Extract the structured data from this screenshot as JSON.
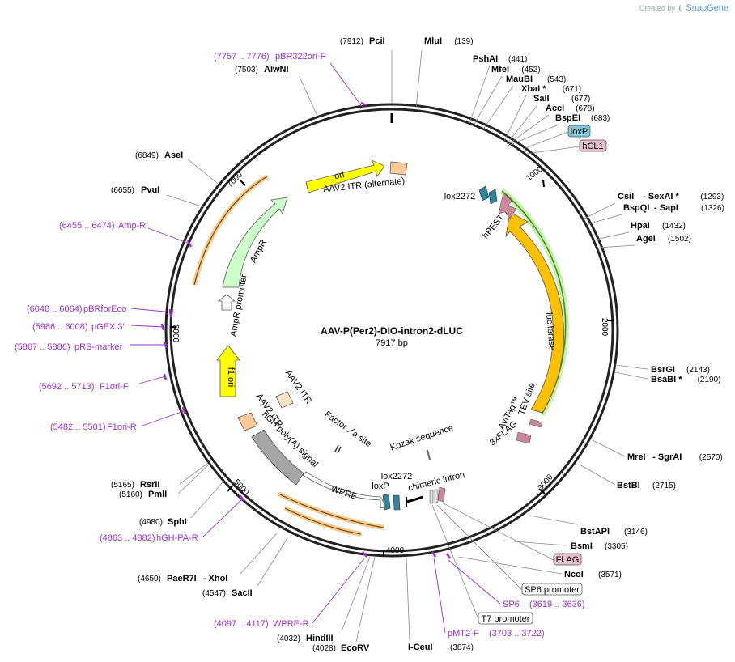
{
  "watermark": {
    "prefix": "Created by",
    "brand": "SnapGene"
  },
  "plasmid": {
    "name": "AAV-P(Per2)-DIO-intron2-dLUC",
    "size_label": "7917 bp",
    "length": 7917
  },
  "tick_marks": [
    "1000",
    "2000",
    "3000",
    "4000",
    "5000",
    "6000",
    "7000"
  ],
  "enzymes": [
    {
      "name": "PciI",
      "pos": "(7912)"
    },
    {
      "name": "MluI",
      "pos": "(139)"
    },
    {
      "name": "PshAI",
      "pos": "(441)"
    },
    {
      "name": "MfeI",
      "pos": "(452)"
    },
    {
      "name": "MauBI",
      "pos": "(543)"
    },
    {
      "name": "XbaI *",
      "pos": "(671)"
    },
    {
      "name": "SalI",
      "pos": "(677)"
    },
    {
      "name": "AccI",
      "pos": "(678)"
    },
    {
      "name": "BspEI",
      "pos": "(683)"
    },
    {
      "name": "CsiI",
      "name2": "- SexAI *",
      "pos": "(1293)"
    },
    {
      "name": "BspQI",
      "name2": "- SapI",
      "pos": "(1326)"
    },
    {
      "name": "HpaI",
      "pos": "(1432)"
    },
    {
      "name": "AgeI",
      "pos": "(1502)"
    },
    {
      "name": "BsrGI",
      "pos": "(2143)"
    },
    {
      "name": "BsaBI *",
      "pos": "(2190)"
    },
    {
      "name": "MreI",
      "name2": "- SgrAI",
      "pos": "(2570)"
    },
    {
      "name": "BstBI",
      "pos": "(2715)"
    },
    {
      "name": "BstAPI",
      "pos": "(3146)"
    },
    {
      "name": "BsmI",
      "pos": "(3305)"
    },
    {
      "name": "NcoI",
      "pos": "(3571)"
    },
    {
      "name": "I-CeuI",
      "pos": "(3874)"
    },
    {
      "name": "EcoRV",
      "pos": "(4028)"
    },
    {
      "name": "HindIII",
      "pos": "(4032)"
    },
    {
      "name": "SacII",
      "pos": "(4547)"
    },
    {
      "name": "PaeR7I",
      "name2": "- XhoI",
      "pos": "(4650)"
    },
    {
      "name": "SphI",
      "pos": "(4980)"
    },
    {
      "name": "PmlI",
      "pos": "(5160)"
    },
    {
      "name": "RsrII",
      "pos": "(5165)"
    },
    {
      "name": "PvuI",
      "pos": "(6655)"
    },
    {
      "name": "AseI",
      "pos": "(6849)"
    },
    {
      "name": "AlwNI",
      "pos": "(7503)"
    }
  ],
  "primers": [
    {
      "name": "pBR322ori-F",
      "pos": "(7757 .. 7776)"
    },
    {
      "name": "Amp-R",
      "pos": "(6455 .. 6474)"
    },
    {
      "name": "pBRforEco",
      "pos": "(6046 .. 6064)"
    },
    {
      "name": "pGEX 3'",
      "pos": "(5986 .. 6008)"
    },
    {
      "name": "pRS-marker",
      "pos": "(5867 .. 5886)"
    },
    {
      "name": "F1ori-F",
      "pos": "(5692 .. 5713)"
    },
    {
      "name": "F1ori-R",
      "pos": "(5482 .. 5501)"
    },
    {
      "name": "hGH-PA-R",
      "pos": "(4863 .. 4882)"
    },
    {
      "name": "WPRE-R",
      "pos": "(4097 .. 4117)"
    },
    {
      "name": "SP6",
      "pos": "(3619 .. 3636)"
    },
    {
      "name": "pMT2-F",
      "pos": "(3703 .. 3722)"
    }
  ],
  "boxed_labels": [
    {
      "text": "loxP",
      "color": "#7fc7d9"
    },
    {
      "text": "hCL1",
      "color": "#e8c0cb"
    },
    {
      "text": "FLAG",
      "color": "#e8c0cb"
    },
    {
      "text": "SP6 promoter",
      "color": "#ffffff"
    },
    {
      "text": "T7 promoter",
      "color": "#ffffff"
    }
  ],
  "features": {
    "ori": "ori",
    "itr_alt": "AAV2 ITR (alternate)",
    "ampr": "AmpR",
    "ampr_promoter": "AmpR promoter",
    "f1ori": "f1 ori",
    "aav2_itr_1": "AAV2 ITR",
    "aav2_itr_2": "AAV2 ITR",
    "hgh": "hGH poly(A) signal",
    "factor_xa": "Factor Xa site",
    "wpre": "WPRE",
    "kozak": "Kozak sequence",
    "loxp": "loxP",
    "lox2272_a": "lox2272",
    "lox2272_b": "lox2272",
    "chimeric": "chimeric intron",
    "luciferase": "luciferase",
    "hpest": "hPEST",
    "avitag": "AviTag™",
    "tev": "TEV site",
    "flag3x": "3xFLAG"
  },
  "colors": {
    "ori": "#ffff00",
    "ampr": "#ccffcc",
    "itr": "#ffcc99",
    "hgh": "#a6a6a6",
    "wpre": "#ffffff",
    "loxp": "#31849b",
    "luciferase": "#ffc000",
    "hpest": "#cc8899",
    "primer": "#9b2fcf",
    "orange_band": "#f9c98a",
    "green_band": "#c9f0a8"
  }
}
